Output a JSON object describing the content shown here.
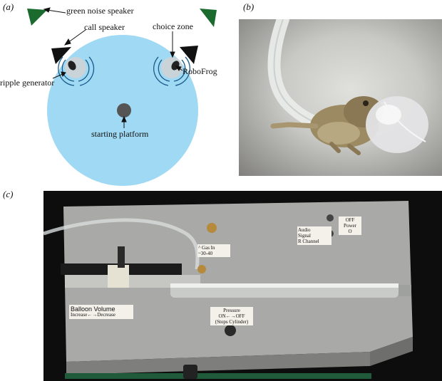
{
  "panel_a": {
    "label": "(a)",
    "labels": {
      "green_noise_speaker": "green noise speaker",
      "call_speaker": "call speaker",
      "choice_zone": "choice zone",
      "ripple_generator": "ripple generator",
      "robofrog": "RoboFrog",
      "starting_platform": "starting platform"
    },
    "colors": {
      "arena": "#9fd9f3",
      "speaker": "#1b6b2f",
      "platform": "#555555"
    }
  },
  "panel_b": {
    "label": "(b)"
  },
  "panel_c": {
    "label": "(c)",
    "device_text": {
      "balloon_volume_title": "Balloon Volume",
      "balloon_volume_sub": "Increase←→Decrease",
      "gas_label_1": "^ Gas In",
      "gas_label_2": "~30-40",
      "pressure_1": "Pressure",
      "pressure_2": "ON←→OFF",
      "pressure_3": "(Stops Cylinder)",
      "audio_1": "Audio",
      "audio_2": "Signal",
      "audio_3": "R Channel",
      "power_off": "OFF",
      "power_label": "Power",
      "power_on": "O"
    }
  }
}
